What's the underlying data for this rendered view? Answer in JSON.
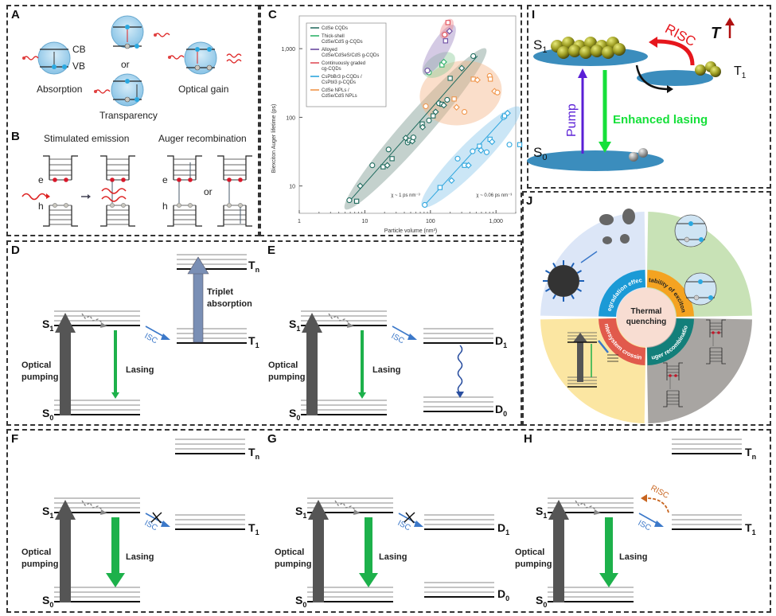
{
  "panels": {
    "A": {
      "label": "A",
      "cb": "CB",
      "vb": "VB",
      "absorption": "Absorption",
      "or": "or",
      "transparency": "Transparency",
      "optical_gain": "Optical gain"
    },
    "B": {
      "label": "B",
      "stimulated_emission": "Stimulated emission",
      "auger_recombination": "Auger recombination",
      "e": "e",
      "h": "h",
      "or": "or"
    },
    "C": {
      "label": "C"
    },
    "D": {
      "label": "D",
      "s1": "S",
      "s1_sub": "1",
      "s0": "S",
      "s0_sub": "0",
      "t1": "T",
      "t1_sub": "1",
      "tn": "T",
      "tn_sub": "n",
      "optical_pumping_1": "Optical",
      "optical_pumping_2": "pumping",
      "lasing": "Lasing",
      "isc": "ISC",
      "triplet_1": "Triplet",
      "triplet_2": "absorption"
    },
    "E": {
      "label": "E",
      "s1": "S",
      "s1_sub": "1",
      "s0": "S",
      "s0_sub": "0",
      "d1": "D",
      "d1_sub": "1",
      "d0": "D",
      "d0_sub": "0",
      "optical_pumping_1": "Optical",
      "optical_pumping_2": "pumping",
      "lasing": "Lasing",
      "isc": "ISC"
    },
    "F": {
      "label": "F",
      "s1": "S",
      "s1_sub": "1",
      "s0": "S",
      "s0_sub": "0",
      "t1": "T",
      "t1_sub": "1",
      "tn": "T",
      "tn_sub": "n",
      "optical_pumping_1": "Optical",
      "optical_pumping_2": "pumping",
      "lasing": "Lasing",
      "isc": "ISC"
    },
    "G": {
      "label": "G",
      "s1": "S",
      "s1_sub": "1",
      "s0": "S",
      "s0_sub": "0",
      "d1": "D",
      "d1_sub": "1",
      "d0": "D",
      "d0_sub": "0",
      "optical_pumping_1": "Optical",
      "optical_pumping_2": "pumping",
      "lasing": "Lasing",
      "isc": "ISC"
    },
    "H": {
      "label": "H",
      "s1": "S",
      "s1_sub": "1",
      "s0": "S",
      "s0_sub": "0",
      "t1": "T",
      "t1_sub": "1",
      "tn": "T",
      "tn_sub": "n",
      "optical_pumping_1": "Optical",
      "optical_pumping_2": "pumping",
      "lasing": "Lasing",
      "isc": "ISC",
      "risc": "RISC"
    },
    "I": {
      "label": "I",
      "s1": "S",
      "s1_sub": "1",
      "s0": "S",
      "s0_sub": "0",
      "t1": "T",
      "t1_sub": "1",
      "risc": "RISC",
      "temp": "T",
      "pump": "Pump",
      "enhanced_lasing": "Enhanced lasing"
    },
    "J": {
      "label": "J",
      "center_1": "Thermal",
      "center_2": "quenching",
      "ring": [
        "Degradation effects",
        "Stability of excitons",
        "Auger recombination",
        "Intersystem crossing"
      ]
    }
  },
  "colors": {
    "lasing_green": "#1db14b",
    "isc_blue": "#3b78c9",
    "risc_orange": "#c8641e",
    "pump_gray": "#555555",
    "triplet_blue": "#7a8fb5",
    "ring_blue": "#1b9ad6",
    "ring_orange": "#f4a321",
    "ring_teal": "#137f7a",
    "ring_red": "#e15a4c"
  },
  "chart_data": {
    "type": "scatter",
    "title": "",
    "xlabel": "Particle volume (nm³)",
    "ylabel": "Biexciton Auger lifetime (ps)",
    "xscale": "log",
    "yscale": "log",
    "xlim": [
      1,
      2500
    ],
    "ylim": [
      4,
      3000
    ],
    "xticks": [
      "1",
      "10",
      "100",
      "1,000"
    ],
    "yticks": [
      "10",
      "100",
      "1,000"
    ],
    "legend_position": "top-left",
    "legend": [
      {
        "name": "CdSe CQDs",
        "color": "#2a6f63"
      },
      {
        "name": "Thick-shell CdSe/CdS g-CQDs",
        "color": "#2fb36a"
      },
      {
        "name": "Alloyed CdSe/CdSeS/CdS g-CQDs",
        "color": "#6b4aa0"
      },
      {
        "name": "Continuously graded cg-CQDs",
        "color": "#e0505a"
      },
      {
        "name": "CsPbBr3 p-CQDs / CsPbI3 p-CQDs",
        "color": "#2ea6de"
      },
      {
        "name": "CdSe NPLs / CdSe/CdS NPLs",
        "color": "#f0954a"
      }
    ],
    "annotations": [
      "χ ~ 1 ps nm⁻³",
      "χ ~ 0.06 ps nm⁻³"
    ],
    "series": [
      {
        "name": "CdSe CQDs",
        "color": "#1f6b5e",
        "points": [
          [
            5.8,
            6.2
          ],
          [
            7.5,
            6
          ],
          [
            8.5,
            10
          ],
          [
            13,
            20
          ],
          [
            19,
            19
          ],
          [
            22,
            20
          ],
          [
            23,
            34
          ],
          [
            26,
            25
          ],
          [
            42,
            50
          ],
          [
            45,
            43
          ],
          [
            48,
            46
          ],
          [
            53,
            45
          ],
          [
            55,
            51
          ],
          [
            75,
            80
          ],
          [
            76,
            72
          ],
          [
            95,
            90
          ],
          [
            110,
            105
          ],
          [
            120,
            120
          ],
          [
            135,
            160
          ],
          [
            150,
            155
          ],
          [
            160,
            150
          ],
          [
            180,
            180
          ],
          [
            200,
            370
          ],
          [
            300,
            520
          ],
          [
            450,
            780
          ]
        ]
      },
      {
        "name": "Thick-shell CdSe/CdS g-CQDs",
        "color": "#2fb36a",
        "points": [
          [
            95,
            450
          ],
          [
            150,
            580
          ],
          [
            160,
            640
          ]
        ]
      },
      {
        "name": "Alloyed CdSe/CdSeS/CdS g-CQDs",
        "color": "#6b4aa0",
        "points": [
          [
            90,
            480
          ],
          [
            170,
            1300
          ],
          [
            195,
            1800
          ]
        ]
      },
      {
        "name": "Continuously graded cg-CQDs",
        "color": "#e0505a",
        "points": [
          [
            165,
            1600
          ],
          [
            185,
            2400
          ]
        ]
      },
      {
        "name": "CsPbBr3/CsPbI3 p-CQDs",
        "color": "#2ea6de",
        "points": [
          [
            82,
            5.3
          ],
          [
            140,
            9.5
          ],
          [
            210,
            12
          ],
          [
            260,
            25
          ],
          [
            330,
            20
          ],
          [
            380,
            20
          ],
          [
            440,
            32
          ],
          [
            560,
            38
          ],
          [
            590,
            33
          ],
          [
            720,
            31
          ],
          [
            810,
            48
          ],
          [
            870,
            44
          ],
          [
            1300,
            100
          ],
          [
            1350,
            105
          ],
          [
            1500,
            115
          ],
          [
            1600,
            40
          ],
          [
            2300,
            40
          ]
        ]
      },
      {
        "name": "CdSe NPLs / CdSe/CdS NPLs",
        "color": "#f0954a",
        "points": [
          [
            85,
            145
          ],
          [
            230,
            185
          ],
          [
            250,
            140
          ],
          [
            330,
            120
          ],
          [
            450,
            360
          ],
          [
            520,
            350
          ],
          [
            800,
            400
          ],
          [
            820,
            360
          ],
          [
            950,
            240
          ],
          [
            1050,
            230
          ]
        ]
      }
    ],
    "fits": [
      {
        "name": "fit-cqd",
        "from": [
          6,
          6.2
        ],
        "to": [
          520,
          780
        ]
      },
      {
        "name": "fit-perovskite",
        "from": [
          82,
          5.3
        ],
        "to": [
          1550,
          115
        ]
      }
    ]
  }
}
